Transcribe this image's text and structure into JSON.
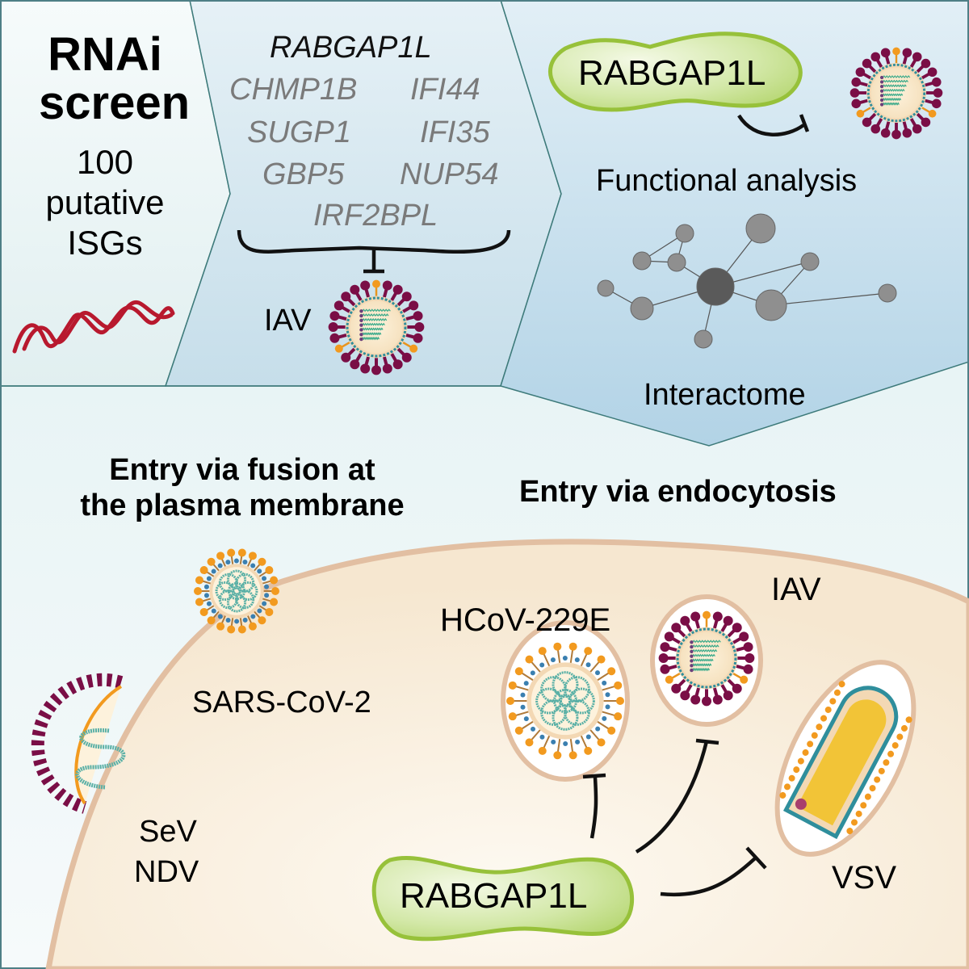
{
  "panel1": {
    "title_line1": "RNAi",
    "title_line2": "screen",
    "count": "100",
    "subtitle_line1": "putative",
    "subtitle_line2": "ISGs"
  },
  "panel2": {
    "hit": "RABGAP1L",
    "genes": [
      "CHMP1B",
      "IFI44",
      "SUGP1",
      "IFI35",
      "GBP5",
      "NUP54",
      "IRF2BPL"
    ],
    "virus_label": "IAV"
  },
  "panel3": {
    "protein_label": "RABGAP1L",
    "functional_label": "Functional analysis",
    "interactome_label": "Interactome"
  },
  "bottom": {
    "heading_fusion_line1": "Entry via fusion at",
    "heading_fusion_line2": "the plasma membrane",
    "heading_endocytosis": "Entry via endocytosis",
    "viruses": {
      "sars": "SARS-CoV-2",
      "sev": "SeV",
      "ndv": "NDV",
      "hcov": "HCoV-229E",
      "iav": "IAV",
      "vsv": "VSV"
    },
    "protein_label": "RABGAP1L"
  },
  "colors": {
    "border": "#3d7a7a",
    "panel_light": "#f0f8f8",
    "panel_blue": "#c2dcea",
    "cell_fill": "#f7ead6",
    "cell_membrane": "#e2bfa2",
    "protein_green": "#9cc43c",
    "iav_spike": "#7a0e46",
    "rna_red": "#b8192e",
    "node_gray": "#8f8f8f",
    "node_dark": "#5a5a5a"
  }
}
